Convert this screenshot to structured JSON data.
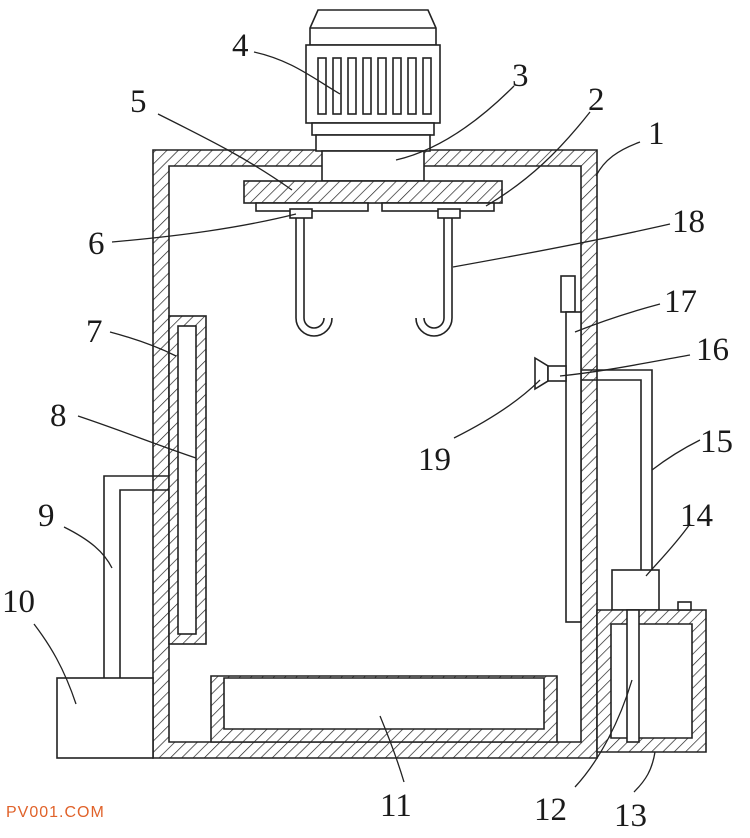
{
  "colors": {
    "line": "#222222",
    "watermark": "#e0622a",
    "background": "#ffffff"
  },
  "watermark": "PV001.COM",
  "labels": {
    "l1": "1",
    "l2": "2",
    "l3": "3",
    "l4": "4",
    "l5": "5",
    "l6": "6",
    "l7": "7",
    "l8": "8",
    "l9": "9",
    "l10": "10",
    "l11": "11",
    "l12": "12",
    "l13": "13",
    "l14": "14",
    "l15": "15",
    "l16": "16",
    "l17": "17",
    "l18": "18",
    "l19": "19"
  }
}
